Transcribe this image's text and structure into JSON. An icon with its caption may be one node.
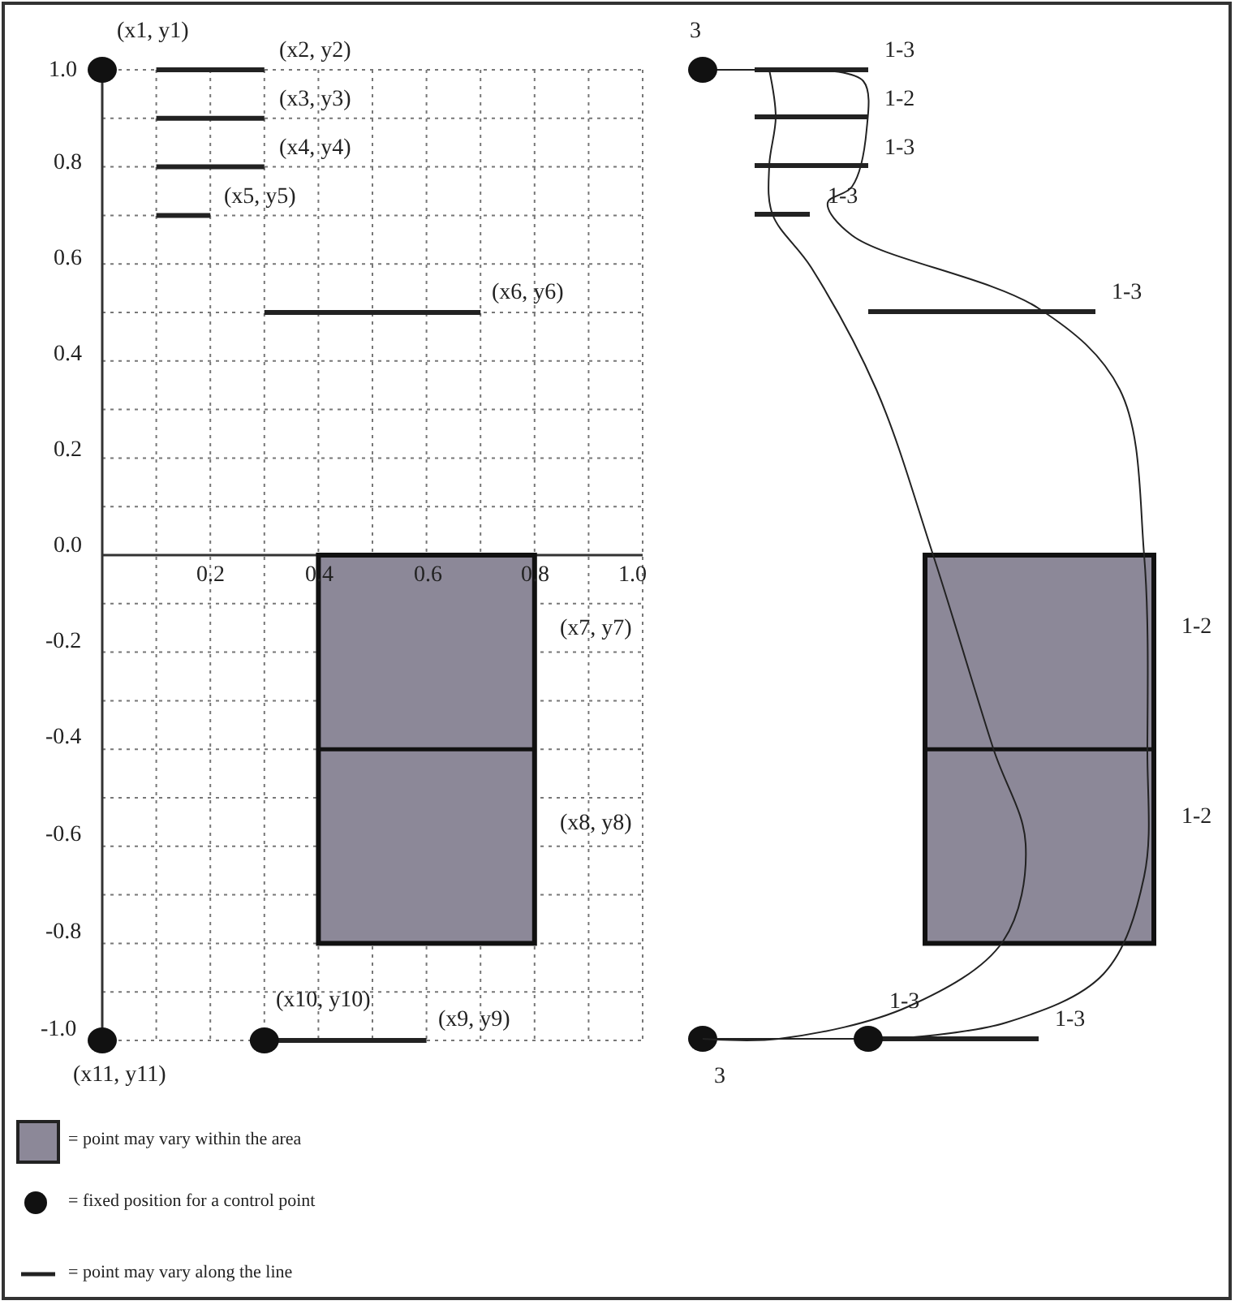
{
  "diagram": {
    "labels": [
      "(x1, y1)",
      "3",
      "(x2, y2)",
      "1-3",
      "1.0",
      "(x3, y3)",
      "1-2",
      "(x4, y4)",
      "1-3",
      "0.8",
      "(x5, y5)",
      "1-3",
      "0.6",
      "(x6, y6)",
      "1-3",
      "0.4",
      "0.2",
      "0.0",
      "0.2",
      "0.4",
      "0.6",
      "0.8",
      "1.0",
      "(x7, y7)",
      "1-2",
      "-0.2",
      "-0.4",
      "(x8, y8)",
      "1-2",
      "-0.6",
      "-0.8",
      "(x10, y10)",
      "(x9, y9)",
      "1-3",
      "1-3",
      "-1.0",
      "(x11, y11)",
      "3"
    ],
    "legend": [
      {
        "text": "= point may vary within the area",
        "color": "#8c8898"
      },
      {
        "text": "= fixed position for a control point"
      },
      {
        "text": "= point may vary along the line"
      }
    ]
  }
}
